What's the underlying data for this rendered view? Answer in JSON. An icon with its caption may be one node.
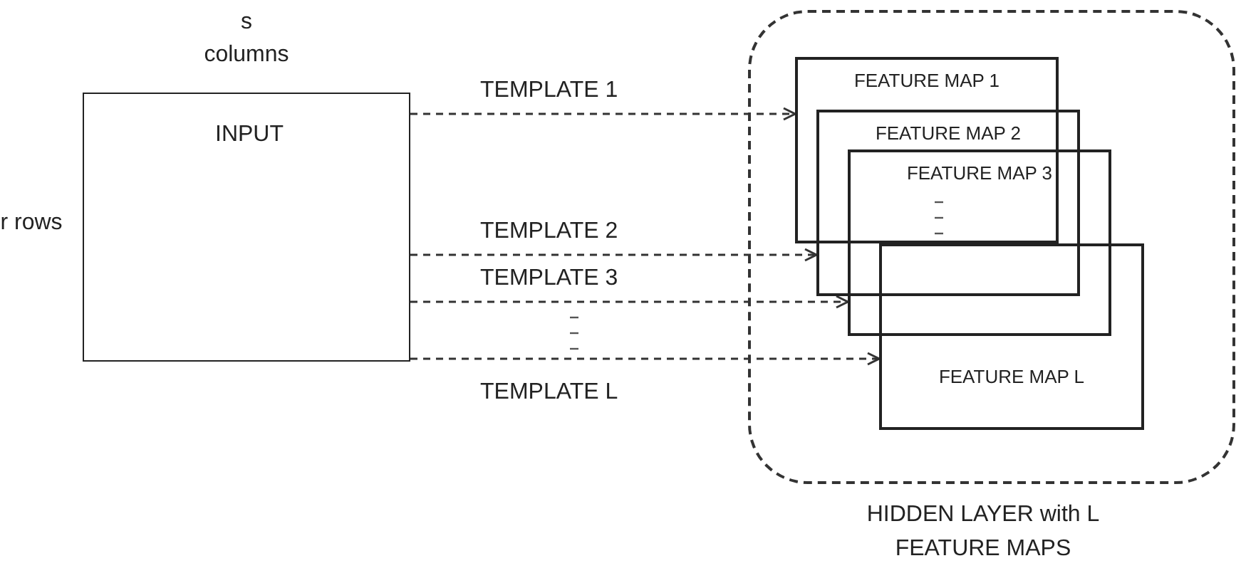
{
  "diagram": {
    "nodes": [
      {
        "text": [
          "INPUT"
        ],
        "beside": [
          "s columns",
          "r rows"
        ]
      },
      {
        "text": [
          "HIDDEN LAYER with L FEATURE MAPS"
        ]
      },
      {
        "text": [
          "FEATURE MAP 1"
        ],
        "in": 1
      },
      {
        "text": [
          "FEATURE MAP 2"
        ],
        "in": 1
      },
      {
        "text": [
          "FEATURE MAP 3"
        ],
        "in": 1
      },
      {
        "text": [
          "FEATURE MAP L"
        ],
        "in": 1
      }
    ],
    "edges": [
      {
        "from": 0,
        "to": 2,
        "arrow": "to",
        "label": "TEMPLATE 1",
        "style": "dashed"
      },
      {
        "from": 0,
        "to": 3,
        "arrow": "to",
        "label": "TEMPLATE 2",
        "style": "dashed"
      },
      {
        "from": 0,
        "to": 4,
        "arrow": "to",
        "label": "TEMPLATE 3",
        "style": "dashed"
      },
      {
        "from": 0,
        "to": 5,
        "arrow": "to",
        "label": "TEMPLATE L",
        "style": "dashed"
      }
    ]
  }
}
